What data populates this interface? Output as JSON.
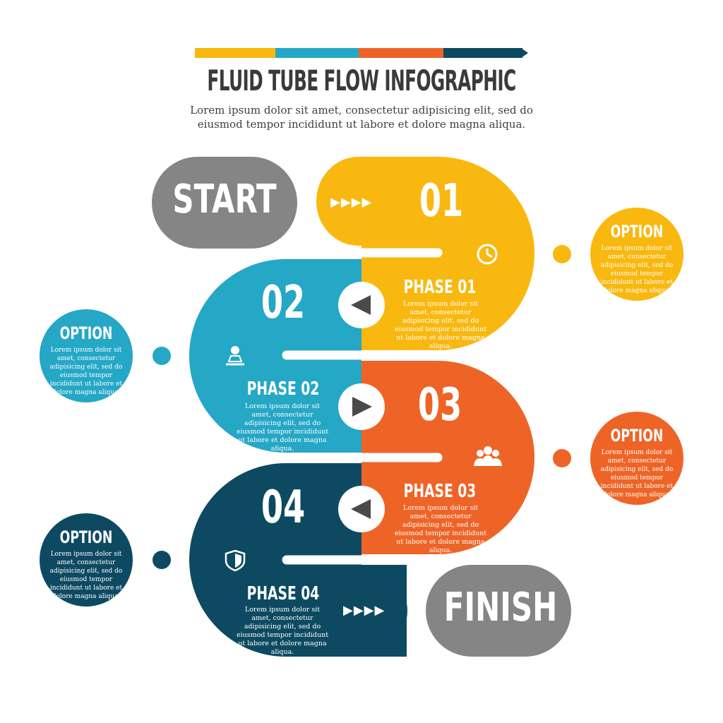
{
  "header": {
    "title": "FLUID TUBE FLOW INFOGRAPHIC",
    "subtitle": "Lorem ipsum dolor sit amet, consectetur adipisicing elit, sed do eiusmod tempor incididunt ut labore et dolore magna aliqua."
  },
  "colors": {
    "yellow": "#F9B80F",
    "blue": "#25A7C6",
    "orange": "#EE6427",
    "navy": "#0D4A62",
    "gray": "#858585"
  },
  "start_label": "START",
  "finish_label": "FINISH",
  "steps": [
    {
      "number": "01",
      "phase": "PHASE 01",
      "text": "Lorem ipsum dolor sit amet, consectetur adipisicing elit, sed do eiusmod tempor incididunt ut labore et dolore magna aliqua.",
      "icon": "clock-icon",
      "arrow": "left-arrow"
    },
    {
      "number": "02",
      "phase": "PHASE 02",
      "text": "Lorem ipsum dolor sit amet, consectetur adipisicing elit, sed do eiusmod tempor incididunt ut labore et dolore magna aliqua.",
      "icon": "user-laptop-icon",
      "arrow": "right-arrow"
    },
    {
      "number": "03",
      "phase": "PHASE 03",
      "text": "Lorem ipsum dolor sit amet, consectetur adipisicing elit, sed do eiusmod tempor incididunt ut labore et dolore magna aliqua.",
      "icon": "group-icon",
      "arrow": "left-arrow"
    },
    {
      "number": "04",
      "phase": "PHASE 04",
      "text": "Lorem ipsum dolor sit amet, consectetur adipisicing elit, sed do eiusmod tempor incididunt ut labore et dolore magna aliqua.",
      "icon": "shield-icon",
      "arrow": "triple-arrow"
    }
  ],
  "options": [
    {
      "title": "OPTION",
      "text": "Lorem ipsum dolor sit amet, consectetur adipisicing elit, sed do eiusmod tempor incididunt ut labore et dolore magna aliqua."
    },
    {
      "title": "OPTION",
      "text": "Lorem ipsum dolor sit amet, consectetur adipisicing elit, sed do eiusmod tempor incididunt ut labore et dolore magna aliqua."
    },
    {
      "title": "OPTION",
      "text": "Lorem ipsum dolor sit amet, consectetur adipisicing elit, sed do eiusmod tempor incididunt ut labore et dolore magna aliqua."
    },
    {
      "title": "OPTION",
      "text": "Lorem ipsum dolor sit amet, consectetur adipisicing elit, sed do eiusmod tempor incididunt ut labore et dolore magna aliqua."
    }
  ],
  "arrows_glyph": "▶▶▶▶"
}
